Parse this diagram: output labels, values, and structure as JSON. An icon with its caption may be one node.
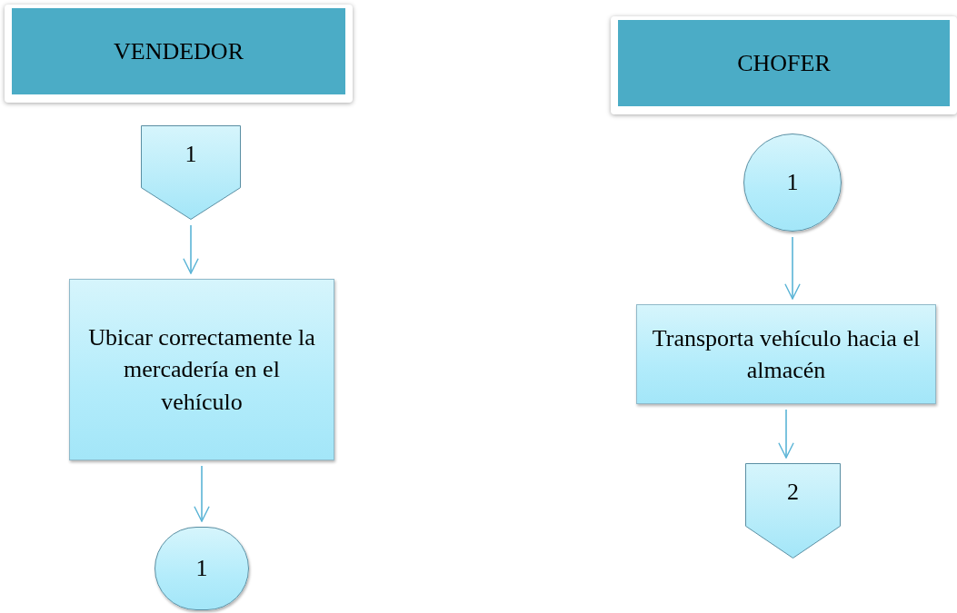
{
  "diagram": {
    "nodes": [
      {
        "text": [
          "VENDEDOR"
        ]
      },
      {
        "text": [
          "1"
        ]
      },
      {
        "text": [
          "Ubicar correctamente la mercadería en el vehículo"
        ]
      },
      {
        "text": [
          "1"
        ]
      },
      {
        "text": [
          "CHOFER"
        ]
      },
      {
        "text": [
          "1"
        ]
      },
      {
        "text": [
          "Transporta vehículo hacia el almacén"
        ]
      },
      {
        "text": [
          "2"
        ]
      }
    ],
    "edges": [
      {
        "from": 1,
        "to": 2,
        "arrow": "to"
      },
      {
        "from": 2,
        "to": 3,
        "arrow": "to"
      },
      {
        "from": 5,
        "to": 6,
        "arrow": "to"
      },
      {
        "from": 6,
        "to": 7,
        "arrow": "to"
      }
    ]
  }
}
